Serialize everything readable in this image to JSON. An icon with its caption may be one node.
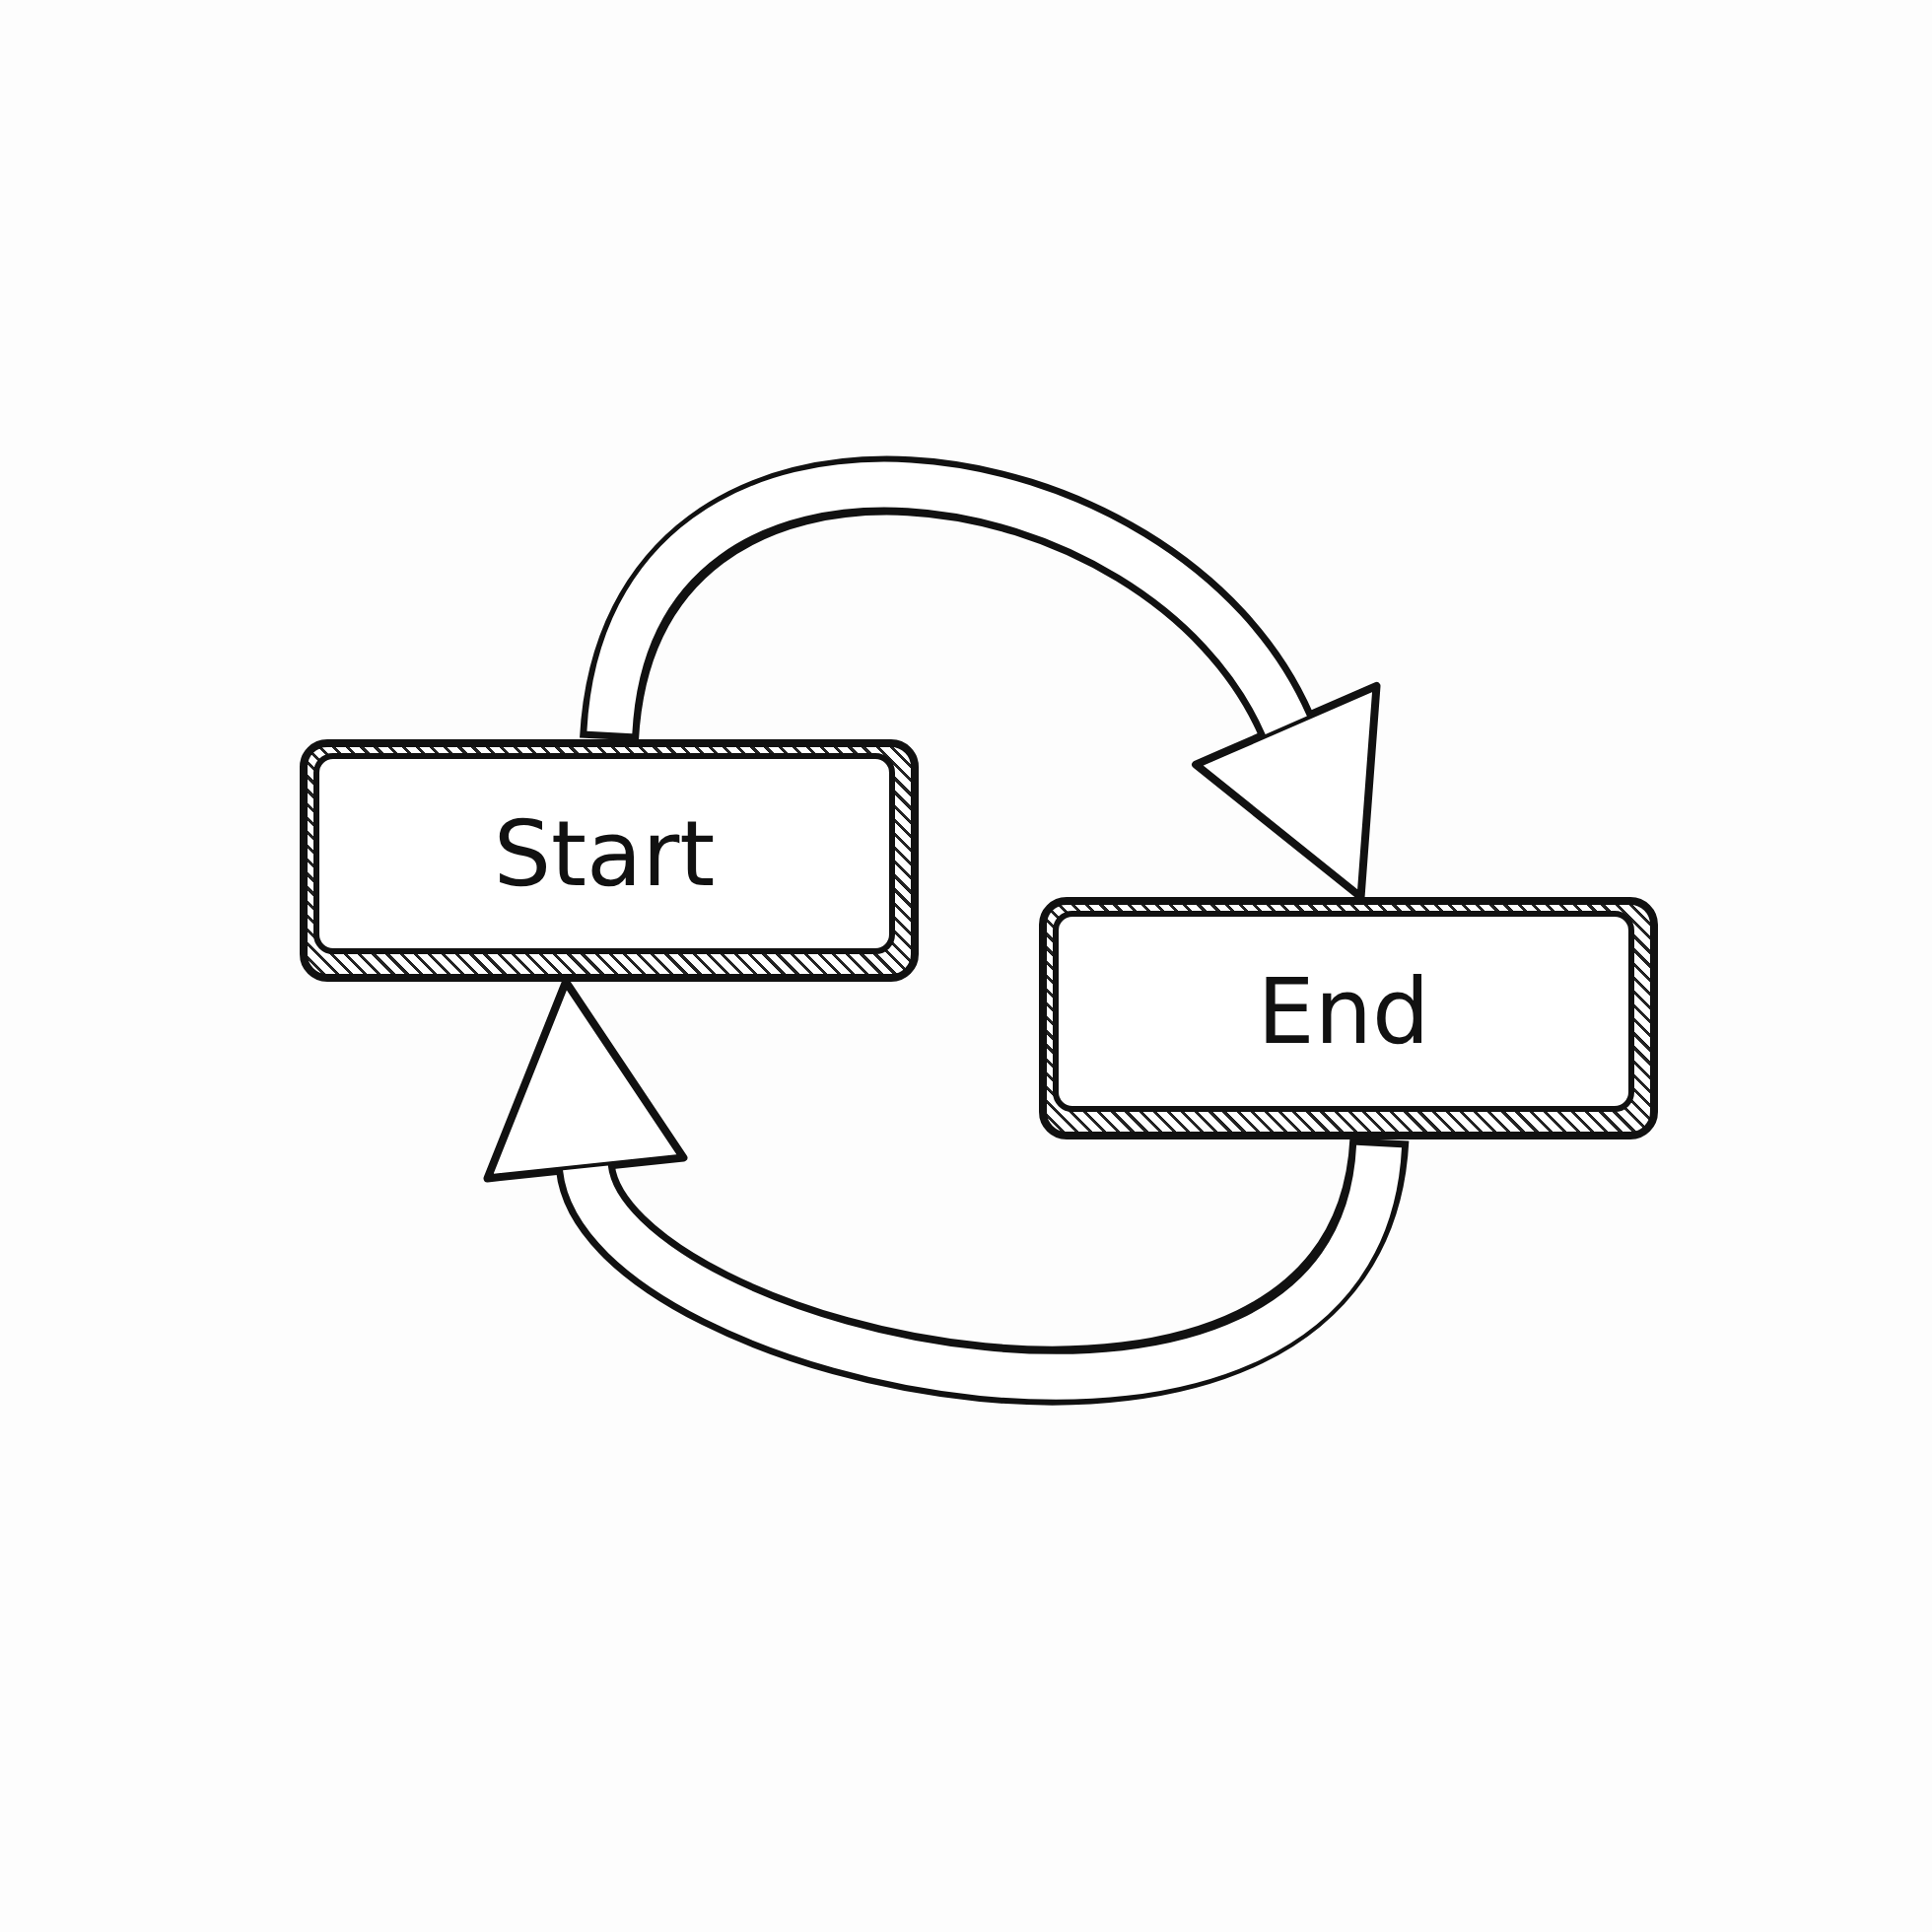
{
  "diagram": {
    "nodes": [
      {
        "text": [
          "Start"
        ]
      },
      {
        "text": [
          "End"
        ]
      }
    ],
    "edges": [
      {
        "from": 0,
        "to": 1,
        "arrow": "to"
      },
      {
        "from": 1,
        "to": 0,
        "arrow": "to"
      }
    ]
  }
}
